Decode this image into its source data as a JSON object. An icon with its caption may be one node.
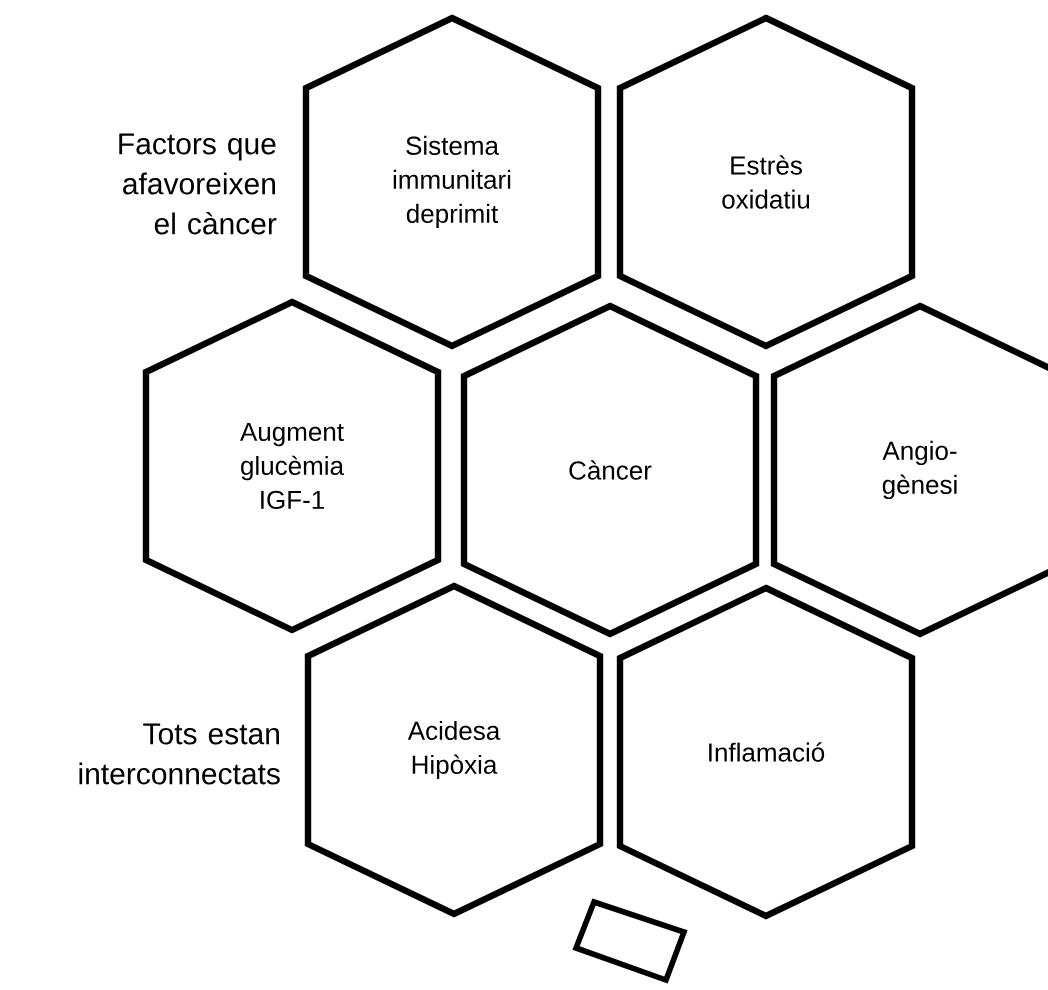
{
  "diagram": {
    "nodes": [
      {
        "text": [
          "Sistema immunitari deprimit"
        ]
      },
      {
        "text": [
          "Estrès oxidatiu"
        ]
      },
      {
        "text": [
          "Augment glucèmia IGF-1"
        ]
      },
      {
        "text": [
          "Càncer"
        ]
      },
      {
        "text": [
          "Angio- gènesi"
        ]
      },
      {
        "text": [
          "Acidesa Hipòxia"
        ]
      },
      {
        "text": [
          "Inflamació"
        ]
      }
    ],
    "labels": [
      "Factors que afavoreixen el càncer",
      "Tots estan interconnectats"
    ]
  }
}
